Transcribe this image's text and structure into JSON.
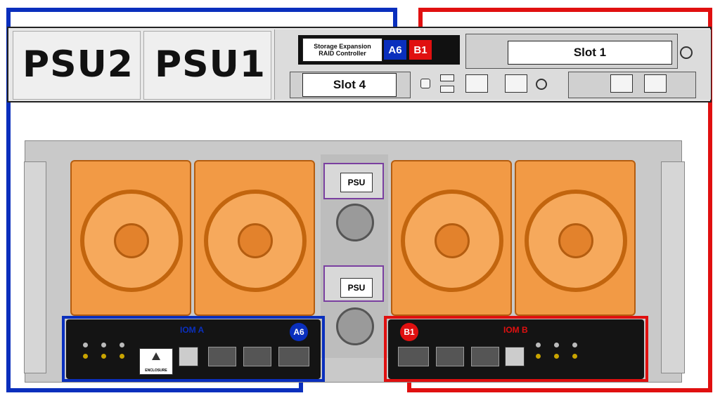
{
  "server": {
    "psu2_label": "PSU2",
    "psu1_label": "PSU1",
    "controller_label_line1": "Storage Expansion",
    "controller_label_line2": "RAID Controller",
    "port_a6": "A6",
    "port_b1": "B1",
    "slot1_label": "Slot 1",
    "slot4_label": "Slot 4"
  },
  "enclosure": {
    "psu_top_label": "PSU",
    "psu_bottom_label": "PSU",
    "iom_a_label": "IOM A",
    "iom_b_label": "IOM B",
    "iom_a_port_tag": "A6",
    "iom_b_port_tag": "B1",
    "enclosure_label": "ENCLOSURE"
  },
  "colors": {
    "blue": "#0a2fbd",
    "red": "#e01010",
    "fan_orange": "#f29a45"
  }
}
